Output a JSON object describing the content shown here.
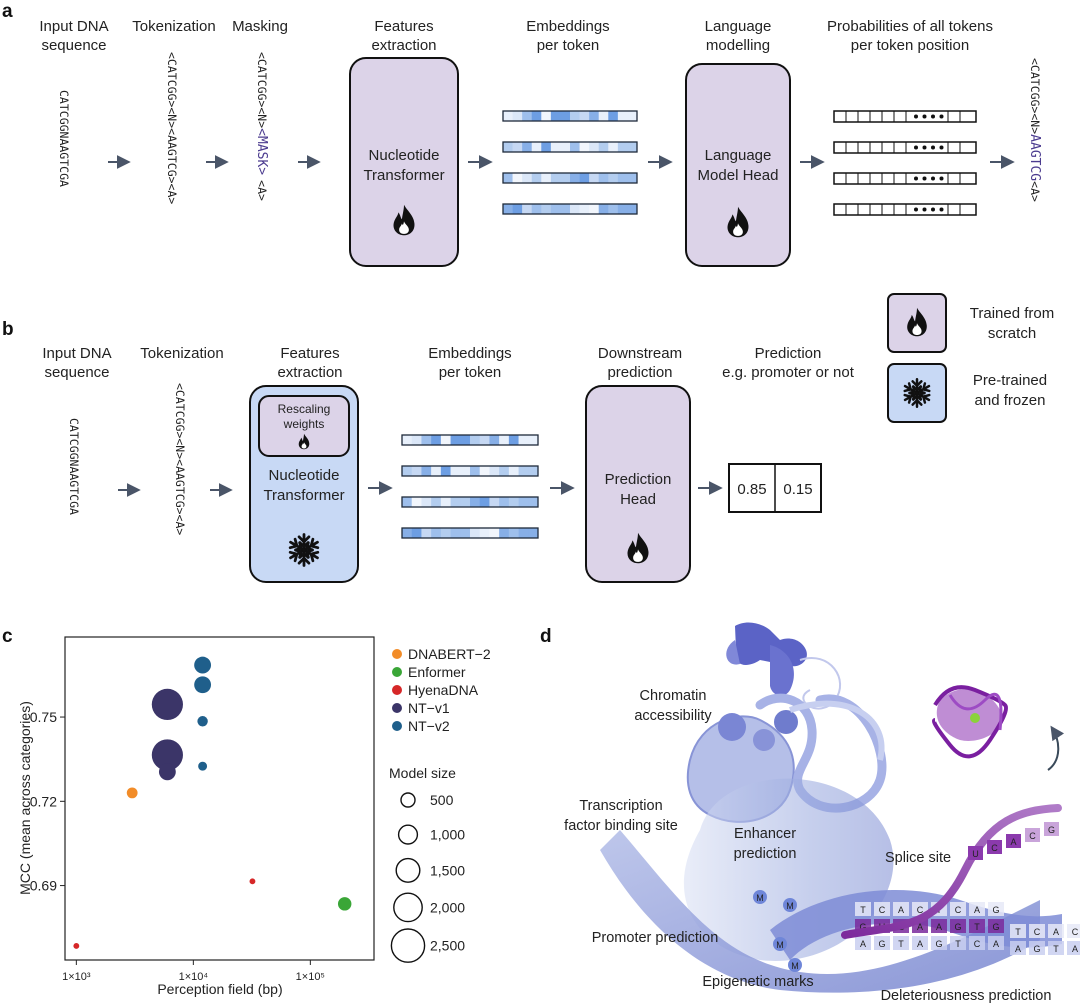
{
  "colors": {
    "trained": "#dcd3e8",
    "frozen": "#c8d9f5",
    "mask": "#4b3b8f",
    "arrow": "#4a5568",
    "DNABERT-2": "#f28c28",
    "Enformer": "#3aa637",
    "HyenaDNA": "#d62728",
    "NT-v1": "#3b3568",
    "NT-v2": "#1f5f8b"
  },
  "icons": {
    "trained": "flame-icon",
    "frozen": "snowflake-icon",
    "arrow": "arrow-right-icon"
  },
  "panel_a": {
    "letter": "a",
    "headers": {
      "input": [
        "Input DNA",
        "sequence"
      ],
      "tokenization": [
        "Tokenization"
      ],
      "masking": [
        "Masking"
      ],
      "features": [
        "Features",
        "extraction"
      ],
      "embeddings": [
        "Embeddings",
        "per token"
      ],
      "lm": [
        "Language",
        "modelling"
      ],
      "probs": [
        "Probabilities of all tokens",
        "per token position"
      ]
    },
    "input_seq": "CATCGGNAAGTCGA",
    "tokens": "<CATCGG><N><AAGTCG><A>",
    "mask_pre": "<CATCGG><N>",
    "mask_token": "<MASK>",
    "mask_post": "<A>",
    "nt_box": [
      "Nucleotide",
      "Transformer"
    ],
    "lm_box": [
      "Language",
      "Model Head"
    ],
    "out_pre": "<CATCGG><N>",
    "out_token": "AAGTCG",
    "out_post": "<A>"
  },
  "panel_b": {
    "letter": "b",
    "headers": {
      "input": [
        "Input DNA",
        "sequence"
      ],
      "tokenization": [
        "Tokenization"
      ],
      "features": [
        "Features",
        "extraction"
      ],
      "embeddings": [
        "Embeddings",
        "per token"
      ],
      "downstream": [
        "Downstream",
        "prediction"
      ],
      "prediction": [
        "Prediction",
        "e.g. promoter or not"
      ]
    },
    "input_seq": "CATCGGNAAGTCGA",
    "tokens": "<CATCGG><N><AAGTCG><A>",
    "rescale": [
      "Rescaling",
      "weights"
    ],
    "nt_box": [
      "Nucleotide",
      "Transformer"
    ],
    "head_box": [
      "Prediction",
      "Head"
    ],
    "out_values": [
      "0.85",
      "0.15"
    ]
  },
  "legend_ab": {
    "trained": [
      "Trained from",
      "scratch"
    ],
    "frozen": [
      "Pre-trained",
      "and frozen"
    ]
  },
  "panel_c": {
    "letter": "c",
    "size_title": "Model size",
    "size_labels": [
      "500",
      "1,000",
      "1,500",
      "2,000",
      "2,500"
    ],
    "size_values": [
      500,
      1000,
      1500,
      2000,
      2500
    ]
  },
  "chart_data": {
    "type": "scatter",
    "xlabel": "Perception field (bp)",
    "ylabel": "MCC (mean across categories)",
    "x_scale": "log",
    "xlim": [
      800,
      350000
    ],
    "ylim": [
      0.6635,
      0.7785
    ],
    "x_ticks": [
      {
        "value": 1000,
        "label": "1×10³"
      },
      {
        "value": 10000,
        "label": "1×10⁴"
      },
      {
        "value": 100000,
        "label": "1×10⁵"
      }
    ],
    "y_ticks": [
      {
        "value": 0.69,
        "label": "0.69"
      },
      {
        "value": 0.72,
        "label": "0.72"
      },
      {
        "value": 0.75,
        "label": "0.75"
      }
    ],
    "size_encoding": "model size (millions of parameters)",
    "series": [
      {
        "name": "DNABERT−2",
        "points": [
          {
            "x": 3000,
            "y": 0.723,
            "size": 117
          }
        ]
      },
      {
        "name": "Enformer",
        "points": [
          {
            "x": 196608,
            "y": 0.6835,
            "size": 252
          }
        ]
      },
      {
        "name": "HyenaDNA",
        "points": [
          {
            "x": 1000,
            "y": 0.6685,
            "size": 1.6
          },
          {
            "x": 32000,
            "y": 0.6915,
            "size": 1.6
          }
        ]
      },
      {
        "name": "NT−v1",
        "points": [
          {
            "x": 6000,
            "y": 0.7545,
            "size": 2500
          },
          {
            "x": 6000,
            "y": 0.7365,
            "size": 2500
          },
          {
            "x": 6000,
            "y": 0.7305,
            "size": 500
          }
        ]
      },
      {
        "name": "NT−v2",
        "points": [
          {
            "x": 12000,
            "y": 0.7685,
            "size": 500
          },
          {
            "x": 12000,
            "y": 0.7615,
            "size": 500
          },
          {
            "x": 12000,
            "y": 0.7485,
            "size": 100
          },
          {
            "x": 12000,
            "y": 0.7325,
            "size": 50
          }
        ]
      }
    ]
  },
  "panel_d": {
    "letter": "d",
    "labels": {
      "chromatin": [
        "Chromatin",
        "accessibility"
      ],
      "tfbs": [
        "Transcription",
        "factor binding site"
      ],
      "enhancer": [
        "Enhancer",
        "prediction"
      ],
      "splice": [
        "Splice site"
      ],
      "promoter": [
        "Promoter prediction"
      ],
      "epigenetic": [
        "Epigenetic marks"
      ],
      "deleterious": [
        "Deleteriousness prediction"
      ]
    },
    "rna_letters": [
      "U",
      "C",
      "A",
      "C",
      "G"
    ],
    "bp_top": [
      "T",
      "C",
      "A",
      "C",
      "T",
      "C",
      "A",
      "G"
    ],
    "bp_mid": [
      "G",
      "U",
      "G",
      "A",
      "A",
      "G",
      "T",
      "G"
    ],
    "bp_bot": [
      "A",
      "G",
      "T",
      "A",
      "G",
      "T",
      "C",
      "A"
    ],
    "m_marks": [
      "M",
      "M",
      "M",
      "M"
    ]
  }
}
